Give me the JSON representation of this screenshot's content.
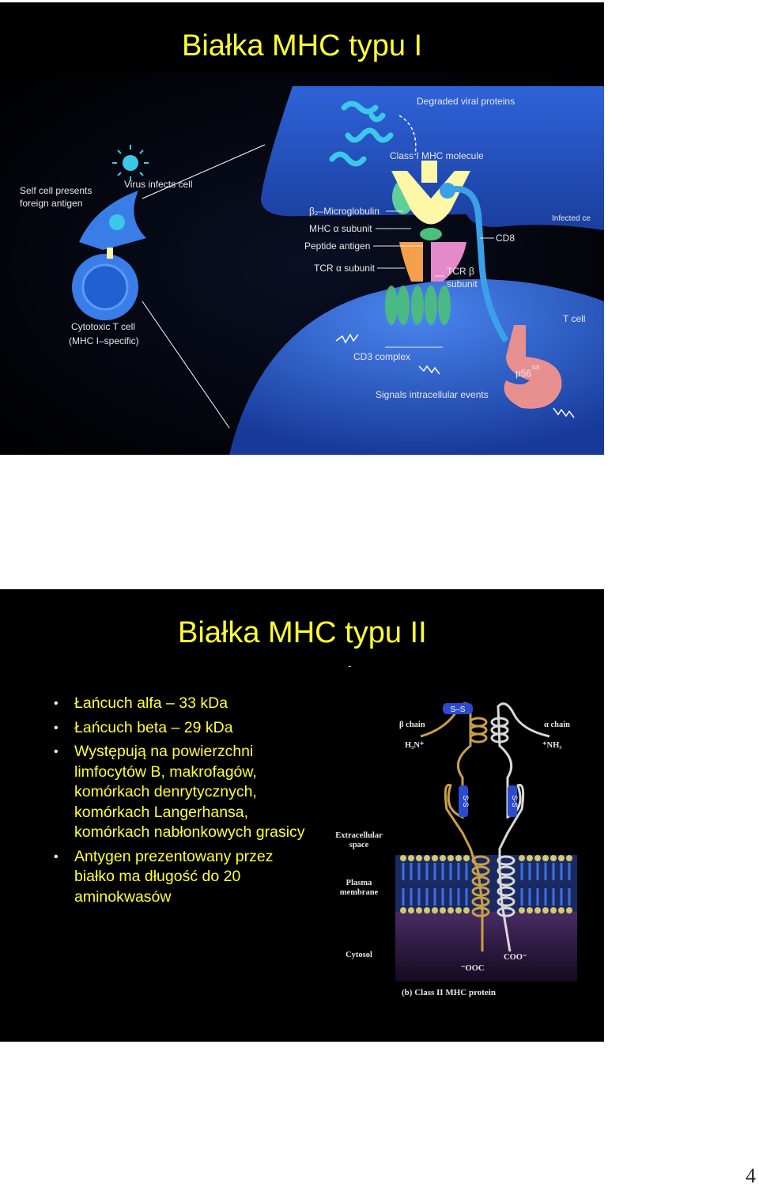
{
  "slide1": {
    "title": "Białka MHC typu I",
    "figure": {
      "self_cell": "Self cell presents",
      "foreign_antigen": "foreign antigen",
      "virus_infects": "Virus infects cell",
      "cytotoxic": "Cytotoxic T cell",
      "mhc_specific": "(MHC I–specific)",
      "degraded": "Degraded viral proteins",
      "class1": "Class I MHC molecule",
      "b2": "β₂–Microglobulin",
      "mhc_alpha": "MHC α subunit",
      "peptide": "Peptide antigen",
      "tcr_alpha": "TCR α subunit",
      "tcr_beta_1": "TCR β",
      "tcr_beta_2": "subunit",
      "cd8": "CD8",
      "infected": "Infected ce",
      "tcell": "T cell",
      "cd3": "CD3 complex",
      "signals": "Signals intracellular events",
      "p56": "p56",
      "lck": "lck"
    },
    "colors": {
      "cell": "#1f4fbf",
      "light_cell": "#3a7ce8",
      "yellow": "#fff7a8",
      "orange": "#f5a04a",
      "green": "#5ccf9a",
      "pink": "#e48ac8",
      "salmon": "#e89090",
      "cyan": "#3cc8e8"
    }
  },
  "slide2": {
    "title": "Białka MHC typu II",
    "dash": "-",
    "bullets": [
      "Łańcuch alfa – 33 kDa",
      "Łańcuch beta – 29 kDa",
      "Występują na powierzchni limfocytów B, makrofagów, komórkach denrytycznych, komórkach Langerhansa, komórkach nabłonkowych grasicy",
      "Antygen prezentowany przez białko ma długość do 20 aminokwasów"
    ],
    "figure": {
      "beta_chain": "β chain",
      "alpha_chain": "α chain",
      "h3n": "H₃N⁺",
      "nh3": "⁺NH₃",
      "ss_top": "S–S",
      "ss_left": "S-S",
      "ss_right": "S-S",
      "extracellular_1": "Extracellular",
      "extracellular_2": "space",
      "plasma_1": "Plasma",
      "plasma_2": "membrane",
      "cytosol": "Cytosol",
      "ooc": "⁻OOC",
      "coo": "COO⁻",
      "caption": "(b) Class II MHC protein"
    }
  },
  "page_number": "4"
}
